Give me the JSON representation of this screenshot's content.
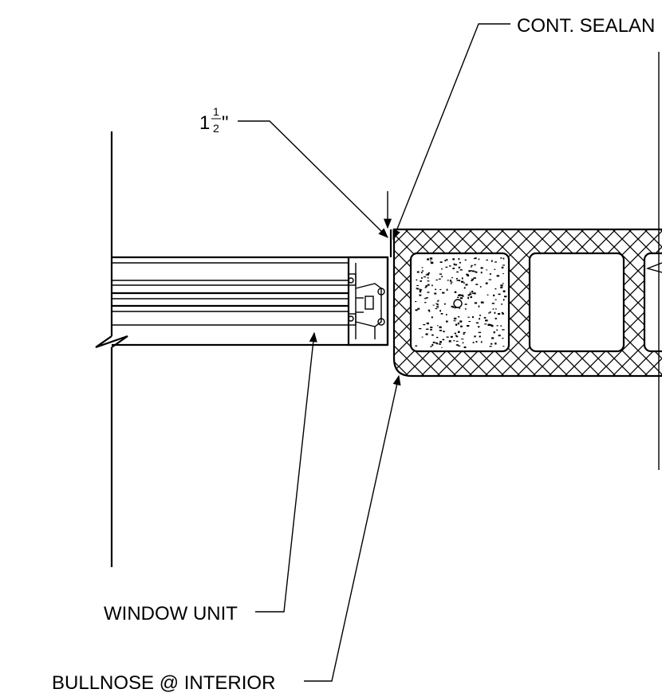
{
  "labels": {
    "sealant": "CONT. SEALAN",
    "dimension_whole": "1",
    "dimension_num": "1",
    "dimension_den": "2",
    "dimension_unit": "\"",
    "window_unit": "WINDOW UNIT",
    "bullnose": "BULLNOSE @ INTERIOR"
  },
  "colors": {
    "line": "#000000",
    "background": "#ffffff"
  }
}
